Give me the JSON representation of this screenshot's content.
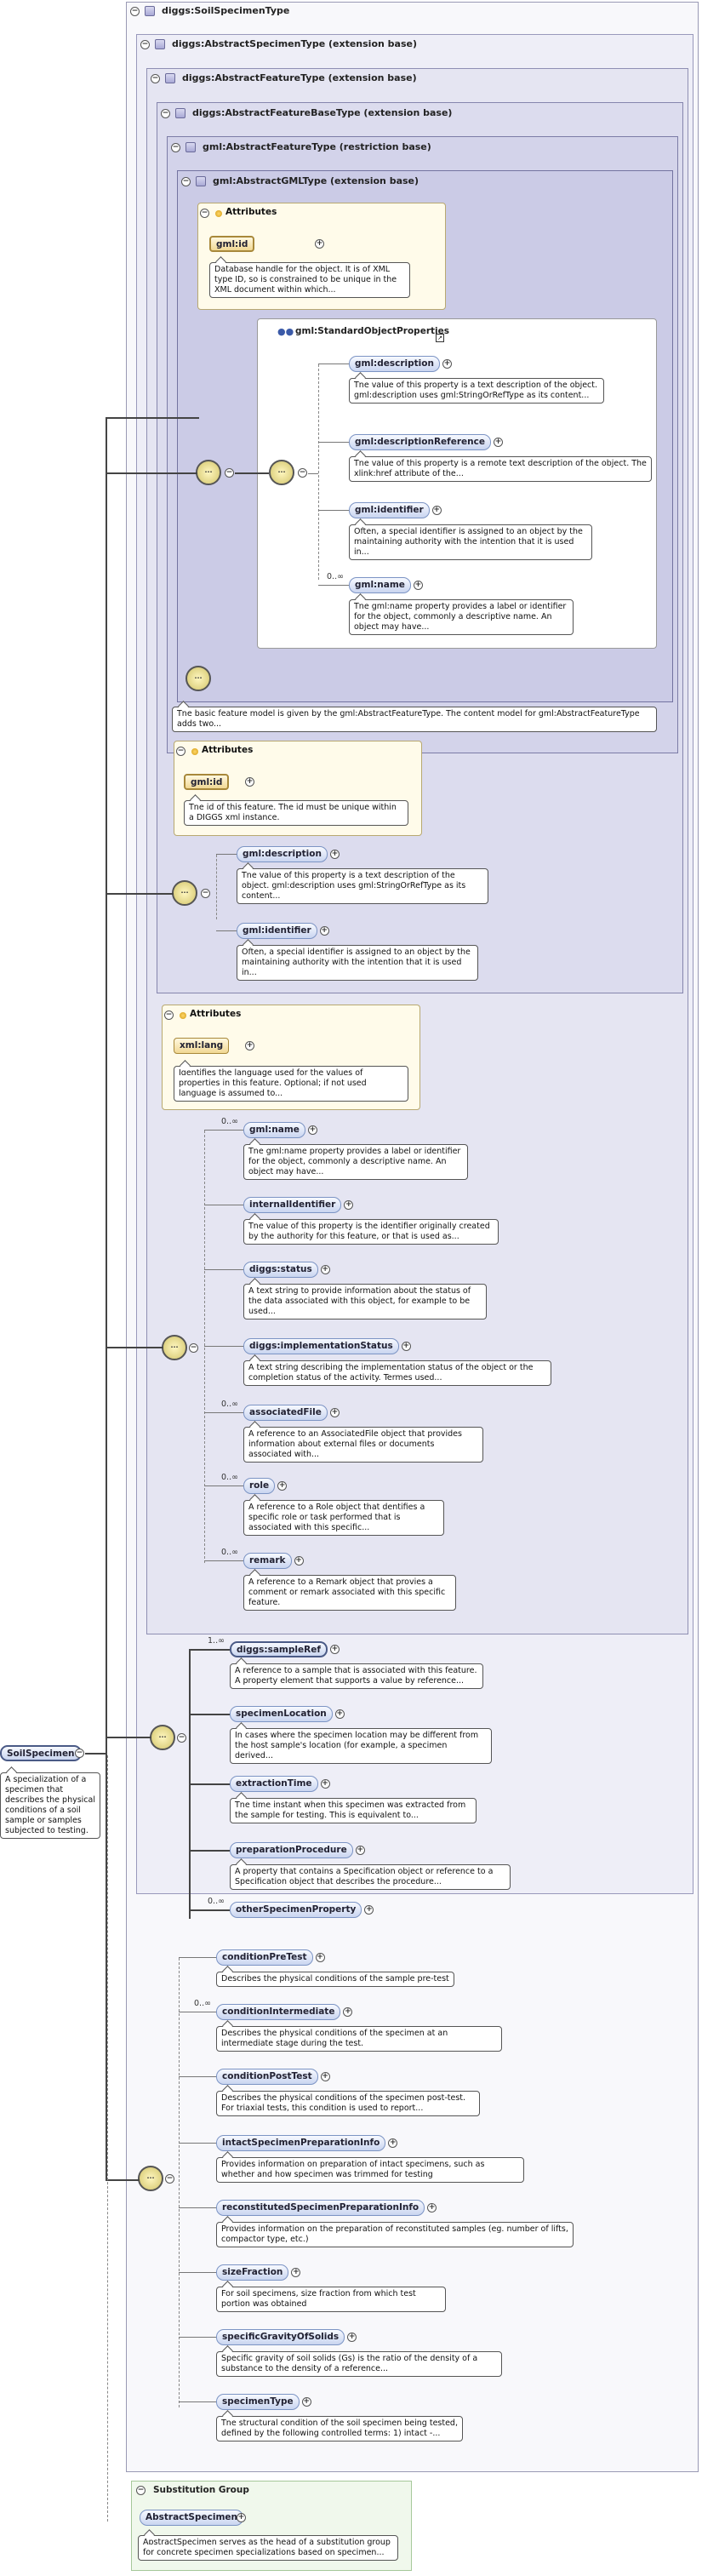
{
  "root": {
    "name": "SoilSpecimen",
    "desc": "A specialization of a specimen that describes the physical conditions of a soil sample or samples subjected to testing."
  },
  "type_headers": {
    "soil_specimen_type": "diggs:SoilSpecimenType",
    "abstract_specimen_type": "diggs:AbstractSpecimenType (extension base)",
    "abstract_feature_type": "diggs:AbstractFeatureType (extension base)",
    "abstract_feature_base_type": "diggs:AbstractFeatureBaseType (extension base)",
    "gml_abstract_feature_type": "gml:AbstractFeatureType (restriction base)",
    "gml_abstract_gml_type": "gml:AbstractGMLType (extension base)"
  },
  "attributes_label": "Attributes",
  "gml_attrs": {
    "id_name": "gml:id",
    "id_desc": "Database handle for the object. It is of XML type ID, so is constrained to be unique in the XML document within which..."
  },
  "std_obj": {
    "title": "gml:StandardObjectProperties",
    "items": [
      {
        "name": "gml:description",
        "mult": "",
        "desc": "The value of this property is a text description of the object. gml:description uses gml:StringOrRefType as its content..."
      },
      {
        "name": "gml:descriptionReference",
        "mult": "",
        "desc": "The value of this property is a remote text description of the object. The xlink:href attribute of the..."
      },
      {
        "name": "gml:identifier",
        "mult": "",
        "desc": "Often, a special identifier is assigned to an object by the maintaining authority with the intention that it is used in..."
      },
      {
        "name": "gml:name",
        "mult": "0..∞",
        "desc": "The gml:name property provides a label or identifier for the object, commonly a descriptive name. An object may have..."
      }
    ]
  },
  "feature_type_desc": "The basic feature model is given by the gml:AbstractFeatureType. The content model for gml:AbstractFeatureType adds two...",
  "feature_base_attrs": {
    "id_name": "gml:id",
    "id_desc": "The id of this feature. The id must be unique within a DIGGS xml instance."
  },
  "feature_base_seq": [
    {
      "name": "gml:description",
      "desc": "The value of this property is a text description of the object. gml:description uses gml:StringOrRefType as its content..."
    },
    {
      "name": "gml:identifier",
      "desc": "Often, a special identifier is assigned to an object by the maintaining authority with the intention that it is used in..."
    }
  ],
  "feature_attrs": {
    "lang_name": "xml:lang",
    "lang_desc": "Identifies the language used for the values of properties in this feature. Optional; if not used language is assumed to..."
  },
  "feature_seq": [
    {
      "name": "gml:name",
      "mult": "0..∞",
      "desc": "The gml:name property provides a label or identifier for the object, commonly a descriptive name. An object may have..."
    },
    {
      "name": "internalIdentifier",
      "mult": "",
      "desc": "The value of this property is the identifier originally created by the authority for this feature, or that is used as..."
    },
    {
      "name": "diggs:status",
      "mult": "",
      "desc": "A text string to provide information about the status of the data associated with this object, for example to be used..."
    },
    {
      "name": "diggs:implementationStatus",
      "mult": "",
      "desc": "A text string describing the implementation status of the object or the completion status of the activity. Termes used..."
    },
    {
      "name": "associatedFile",
      "mult": "0..∞",
      "desc": "A reference to an AssociatedFile object that provides information about external files or documents associated with..."
    },
    {
      "name": "role",
      "mult": "0..∞",
      "desc": "A reference to a Role object that dentifies a specific role or task performed that is associated with this specific..."
    },
    {
      "name": "remark",
      "mult": "0..∞",
      "desc": "A reference to a Remark object that provies a comment or remark associated with this specific feature."
    }
  ],
  "specimen_seq": [
    {
      "name": "diggs:sampleRef",
      "mult": "1..∞",
      "desc": "A reference to a sample that is associated with this feature. A property element that supports a value by reference..."
    },
    {
      "name": "specimenLocation",
      "mult": "",
      "desc": "In cases where the specimen location may be different from the host sample's location (for example, a specimen derived..."
    },
    {
      "name": "extractionTime",
      "mult": "",
      "desc": "The time instant when this specimen was extracted from the sample for testing. This is equivalent to..."
    },
    {
      "name": "preparationProcedure",
      "mult": "",
      "desc": "A property that contains a Specification object or reference to a Specification object that describes the procedure..."
    },
    {
      "name": "otherSpecimenProperty",
      "mult": "0..∞",
      "desc": ""
    }
  ],
  "soil_seq": [
    {
      "name": "conditionPreTest",
      "mult": "",
      "desc": "Describes the physical conditions of the sample pre-test"
    },
    {
      "name": "conditionIntermediate",
      "mult": "0..∞",
      "desc": "Describes the physical conditions of the specimen at an intermediate stage during the test."
    },
    {
      "name": "conditionPostTest",
      "mult": "",
      "desc": "Describes the physical conditions of the specimen post-test. For triaxial tests, this condition is used to report..."
    },
    {
      "name": "intactSpecimenPreparationInfo",
      "mult": "",
      "desc": "Provides information on preparation of intact specimens, such as whether and how specimen was trimmed for testing"
    },
    {
      "name": "reconstitutedSpecimenPreparationInfo",
      "mult": "",
      "desc": "Provides information on the preparation of reconstituted samples (eg. number of lifts, compactor type, etc.)"
    },
    {
      "name": "sizeFraction",
      "mult": "",
      "desc": "For soil specimens, size fraction from which test portion was obtained"
    },
    {
      "name": "specificGravityOfSolids",
      "mult": "",
      "desc": "Specific gravity of soil solids (Gs) is the ratio of the density of a substance to the density of a reference..."
    },
    {
      "name": "specimenType",
      "mult": "",
      "desc": "The structural condition of the soil specimen being tested, defined by the following controlled terms: 1) intact -..."
    }
  ],
  "substitution": {
    "title": "Substitution Group",
    "name": "AbstractSpecimen",
    "desc": "AbstractSpecimen serves as the head of a substitution group for concrete specimen specializations based on specimen..."
  }
}
